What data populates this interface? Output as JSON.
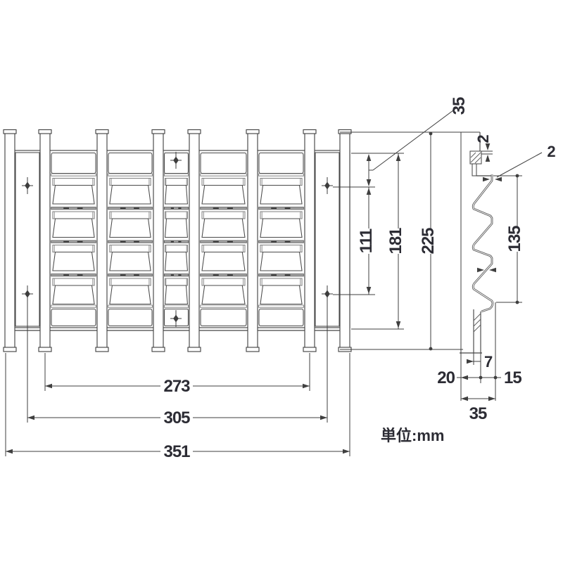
{
  "unit_label": "単位:mm",
  "front": {
    "overall_width": "351",
    "hole_pitch_width": "305",
    "opening_width": "273",
    "overall_height": "225",
    "opening_height": "181",
    "hole_pitch_height": "111",
    "hole_edge_offset": "35"
  },
  "side": {
    "overall_depth": "35",
    "front_depth": "20",
    "rear_depth": "15",
    "rib_width": "7",
    "louver_zone_height": "135",
    "frame_thickness": "2",
    "blade_thickness": "2"
  },
  "colors": {
    "line": "#454545",
    "line_light": "#8f8f8f",
    "text": "#2c2c34"
  }
}
